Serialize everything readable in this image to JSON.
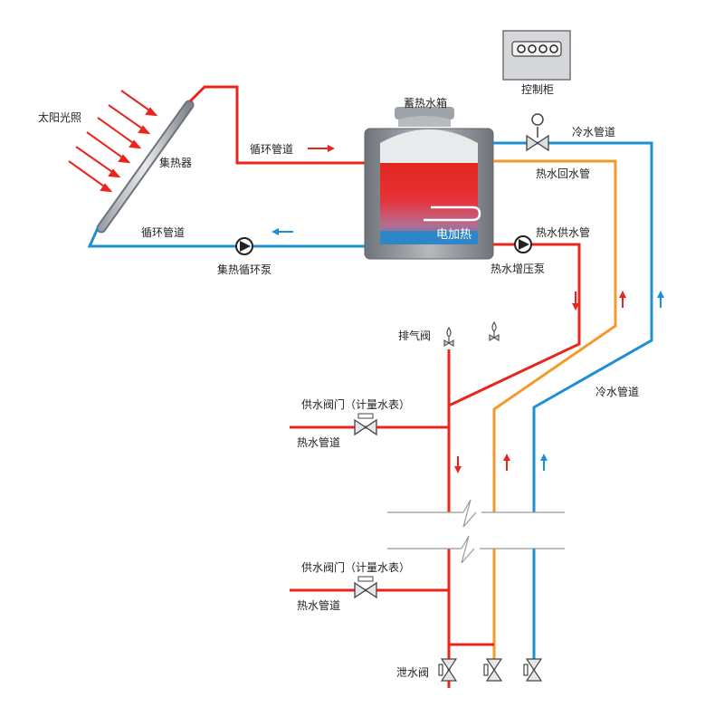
{
  "labels": {
    "sunlight": "太阳光照",
    "collector": "集热器",
    "loop_pipe_top": "循环管道",
    "loop_pipe_bottom": "循环管道",
    "collector_pump": "集热循环泵",
    "storage_tank": "蓄热水箱",
    "electric_heating": "电加热",
    "control_cabinet": "控制柜",
    "cold_pipe_top": "冷水管道",
    "hot_return_pipe": "热水回水管",
    "hot_supply_pipe": "热水供水管",
    "booster_pump": "热水增压泵",
    "air_vent_valve": "排气阀",
    "supply_valve_1": "供水阀门（计量水表）",
    "hot_pipe_1": "热水管道",
    "cold_pipe_mid": "冷水管道",
    "supply_valve_2": "供水阀门（计量水表）",
    "hot_pipe_2": "热水管道",
    "drain_valve": "泄水阀"
  },
  "colors": {
    "hot_water": "#e8261e",
    "cold_water": "#1e8fd6",
    "return_water": "#f39a2b",
    "tank_body": "#8a8e94",
    "tank_light": "#e6e8ea"
  }
}
